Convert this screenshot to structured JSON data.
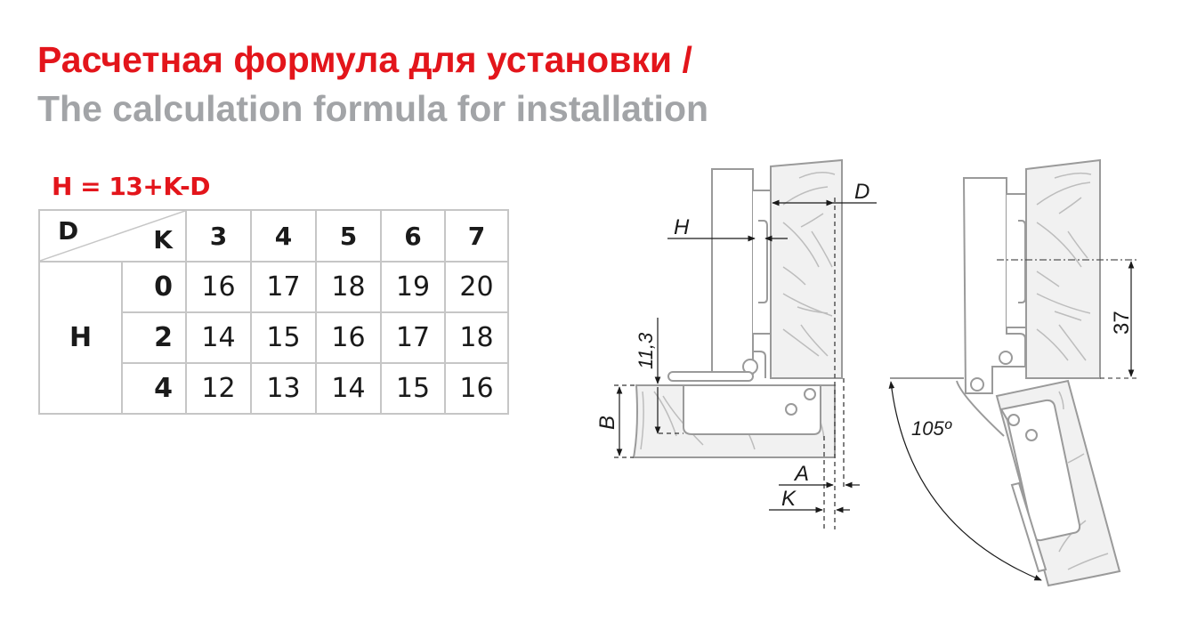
{
  "header": {
    "title_ru": "Расчетная формула для установки /",
    "title_en": "The calculation formula for installation"
  },
  "formula": "H = 13+K-D",
  "table": {
    "corner_top_left": "D",
    "corner_bottom_right": "K",
    "row_group_label": "H",
    "columns": [
      "3",
      "4",
      "5",
      "6",
      "7"
    ],
    "rows": [
      {
        "k": "0",
        "values": [
          "16",
          "17",
          "18",
          "19",
          "20"
        ]
      },
      {
        "k": "2",
        "values": [
          "14",
          "15",
          "16",
          "17",
          "18"
        ]
      },
      {
        "k": "4",
        "values": [
          "12",
          "13",
          "14",
          "15",
          "16"
        ]
      }
    ]
  },
  "diagram_left": {
    "labels": {
      "D": "D",
      "H": "H",
      "height": "11,3",
      "B": "B",
      "A": "A",
      "K": "K"
    }
  },
  "diagram_right": {
    "labels": {
      "distance": "37",
      "angle": "105º"
    }
  },
  "colors": {
    "accent_red": "#e3151b",
    "subtitle_gray": "#a2a4a7",
    "line_gray": "#9a9a9a",
    "wood_fill": "#f1f1f1"
  }
}
